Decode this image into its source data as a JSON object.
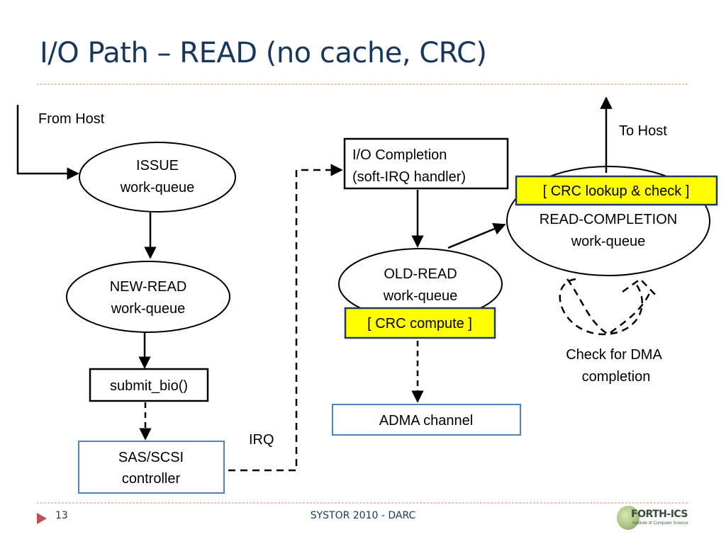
{
  "slide": {
    "title": "I/O Path – READ (no cache, CRC)",
    "page_number": "13",
    "footer": "SYSTOR 2010 - DARC",
    "logo_text": "FORTH-ICS",
    "logo_subtext": "Institute of Computer Science"
  },
  "colors": {
    "title": "#17375e",
    "divider": "#d98c5f",
    "highlight_fill": "#ffff00",
    "highlight_border": "#1f3864",
    "blue_box_border": "#4f81bd",
    "footer_triangle": "#c0504d"
  },
  "diagram": {
    "from_host": "From Host",
    "to_host": "To Host",
    "issue": [
      "ISSUE",
      "work-queue"
    ],
    "new_read": [
      "NEW-READ",
      "work-queue"
    ],
    "submit_bio": "submit_bio()",
    "sas_scsi": [
      "SAS/SCSI",
      "controller"
    ],
    "irq": "IRQ",
    "io_completion": [
      "I/O Completion",
      "(soft-IRQ handler)"
    ],
    "old_read": [
      "OLD-READ",
      "work-queue"
    ],
    "crc_compute": "[ CRC compute ]",
    "adma_channel": "ADMA channel",
    "crc_lookup": "[ CRC lookup & check ]",
    "read_completion": [
      "READ-COMPLETION",
      "work-queue"
    ],
    "check_dma": [
      "Check for DMA",
      "completion"
    ]
  }
}
